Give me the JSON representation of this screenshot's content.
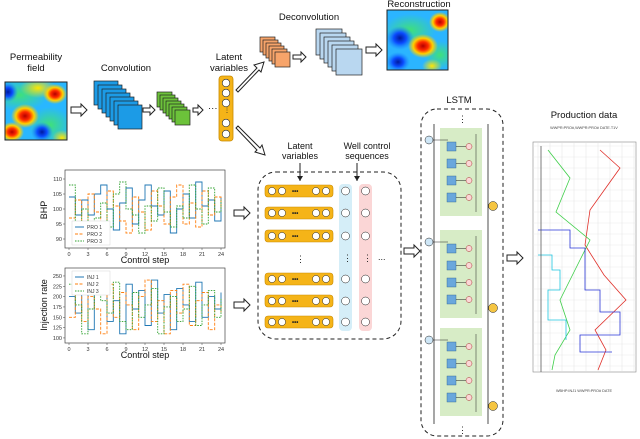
{
  "labels": {
    "permeability": [
      "Permeability",
      "field"
    ],
    "convolution": "Convolution",
    "latent_top": [
      "Latent",
      "variables"
    ],
    "deconvolution": "Deconvolution",
    "reconstruction": "Reconstruction",
    "latent_mid": [
      "Latent",
      "variables"
    ],
    "well_control": [
      "Well control",
      "sequences"
    ],
    "lstm": "LSTM",
    "production": "Production data"
  },
  "bhp_chart": {
    "ylabel": "BHP",
    "xlabel": "Control step",
    "yticks": [
      "110",
      "105",
      "100",
      "95",
      "90"
    ],
    "xticks": [
      "0",
      "3",
      "6",
      "9",
      "12",
      "15",
      "18",
      "21",
      "24"
    ],
    "legend": [
      "PRO 1",
      "PRO 2",
      "PRO 3"
    ],
    "colors": [
      "#1f77b4",
      "#ff7f0e",
      "#2ca02c"
    ],
    "ylim": [
      88,
      112
    ],
    "series": [
      [
        104,
        98,
        103,
        98,
        105,
        108,
        100,
        93,
        102,
        107,
        95,
        103,
        108,
        101,
        98,
        106,
        92,
        100,
        105,
        97,
        109,
        101,
        103,
        96,
        104
      ],
      [
        97,
        103,
        92,
        105,
        99,
        94,
        106,
        101,
        96,
        92,
        104,
        99,
        93,
        106,
        101,
        95,
        104,
        108,
        95,
        102,
        94,
        106,
        98,
        104,
        100
      ],
      [
        108,
        95,
        100,
        93,
        97,
        102,
        94,
        105,
        109,
        100,
        98,
        92,
        101,
        96,
        107,
        99,
        94,
        101,
        97,
        108,
        100,
        95,
        107,
        99,
        103
      ]
    ]
  },
  "inj_chart": {
    "ylabel": "Injection rate",
    "xlabel": "Control step",
    "yticks": [
      "250",
      "225",
      "200",
      "175",
      "150",
      "125",
      "100"
    ],
    "xticks": [
      "0",
      "3",
      "6",
      "9",
      "12",
      "15",
      "18",
      "21",
      "24"
    ],
    "legend": [
      "INJ 1",
      "INJ 2",
      "INJ 3"
    ],
    "colors": [
      "#1f77b4",
      "#ff7f0e",
      "#2ca02c"
    ],
    "ylim": [
      95,
      262
    ],
    "series": [
      [
        200,
        160,
        230,
        120,
        210,
        245,
        140,
        190,
        110,
        230,
        170,
        215,
        130,
        240,
        160,
        205,
        120,
        220,
        180,
        140,
        235,
        150,
        200,
        170,
        210
      ],
      [
        150,
        220,
        140,
        200,
        170,
        110,
        230,
        150,
        210,
        180,
        120,
        200,
        240,
        140,
        190,
        110,
        215,
        160,
        230,
        130,
        190,
        210,
        120,
        180,
        160
      ],
      [
        230,
        180,
        110,
        170,
        240,
        190,
        160,
        235,
        140,
        120,
        210,
        150,
        180,
        220,
        110,
        175,
        200,
        140,
        170,
        225,
        130,
        180,
        215,
        150,
        195
      ]
    ]
  },
  "well_dots": "...",
  "lstm_dots_top": "⋮",
  "lstm_dots_bottom": "⋮",
  "production_log": {
    "top_text": "WWPR:PRO#,WWPR:PRO#    DATE.T1V",
    "bottom_text": "WBHP:INJ1 WWPR:PRO#    DATE"
  }
}
